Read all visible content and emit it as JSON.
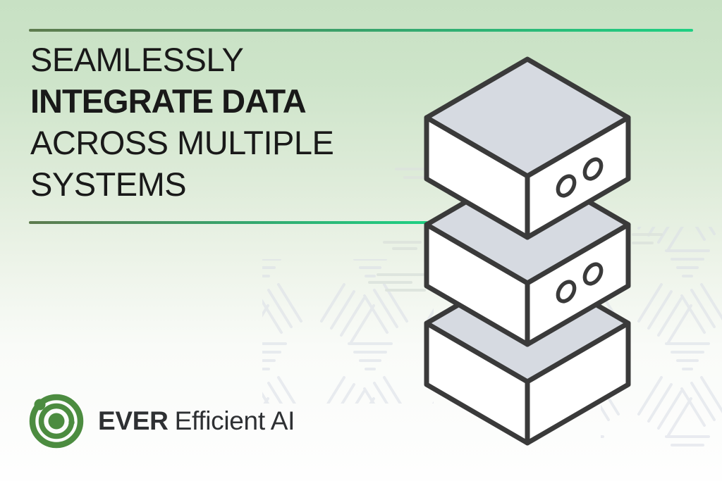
{
  "heading": {
    "line1": "SEAMLESSLY",
    "line2": "INTEGRATE DATA",
    "line3": "ACROSS MULTIPLE",
    "line4": "SYSTEMS"
  },
  "brand": {
    "name_bold": "EVER",
    "name_regular": "Efficient AI"
  },
  "illustration": {
    "description": "isometric stack of three server boxes",
    "boxes": [
      {
        "position": "top",
        "ports": 2
      },
      {
        "position": "middle",
        "ports": 2
      },
      {
        "position": "bottom",
        "ports": 0
      }
    ]
  },
  "colors": {
    "background_top": "#c8e1c4",
    "background_bottom": "#fefefe",
    "rule_start": "#5e7b4e",
    "rule_end": "#1fd083",
    "heading_text": "#191919",
    "logo_green": "#4c8c40",
    "logo_text": "#2e3033",
    "box_stroke": "#3a3a3a",
    "box_top_face": "#d6dae1",
    "box_side_face": "#ffffff",
    "hatch": "#d9dde6",
    "speedline": "#dde4dd"
  }
}
